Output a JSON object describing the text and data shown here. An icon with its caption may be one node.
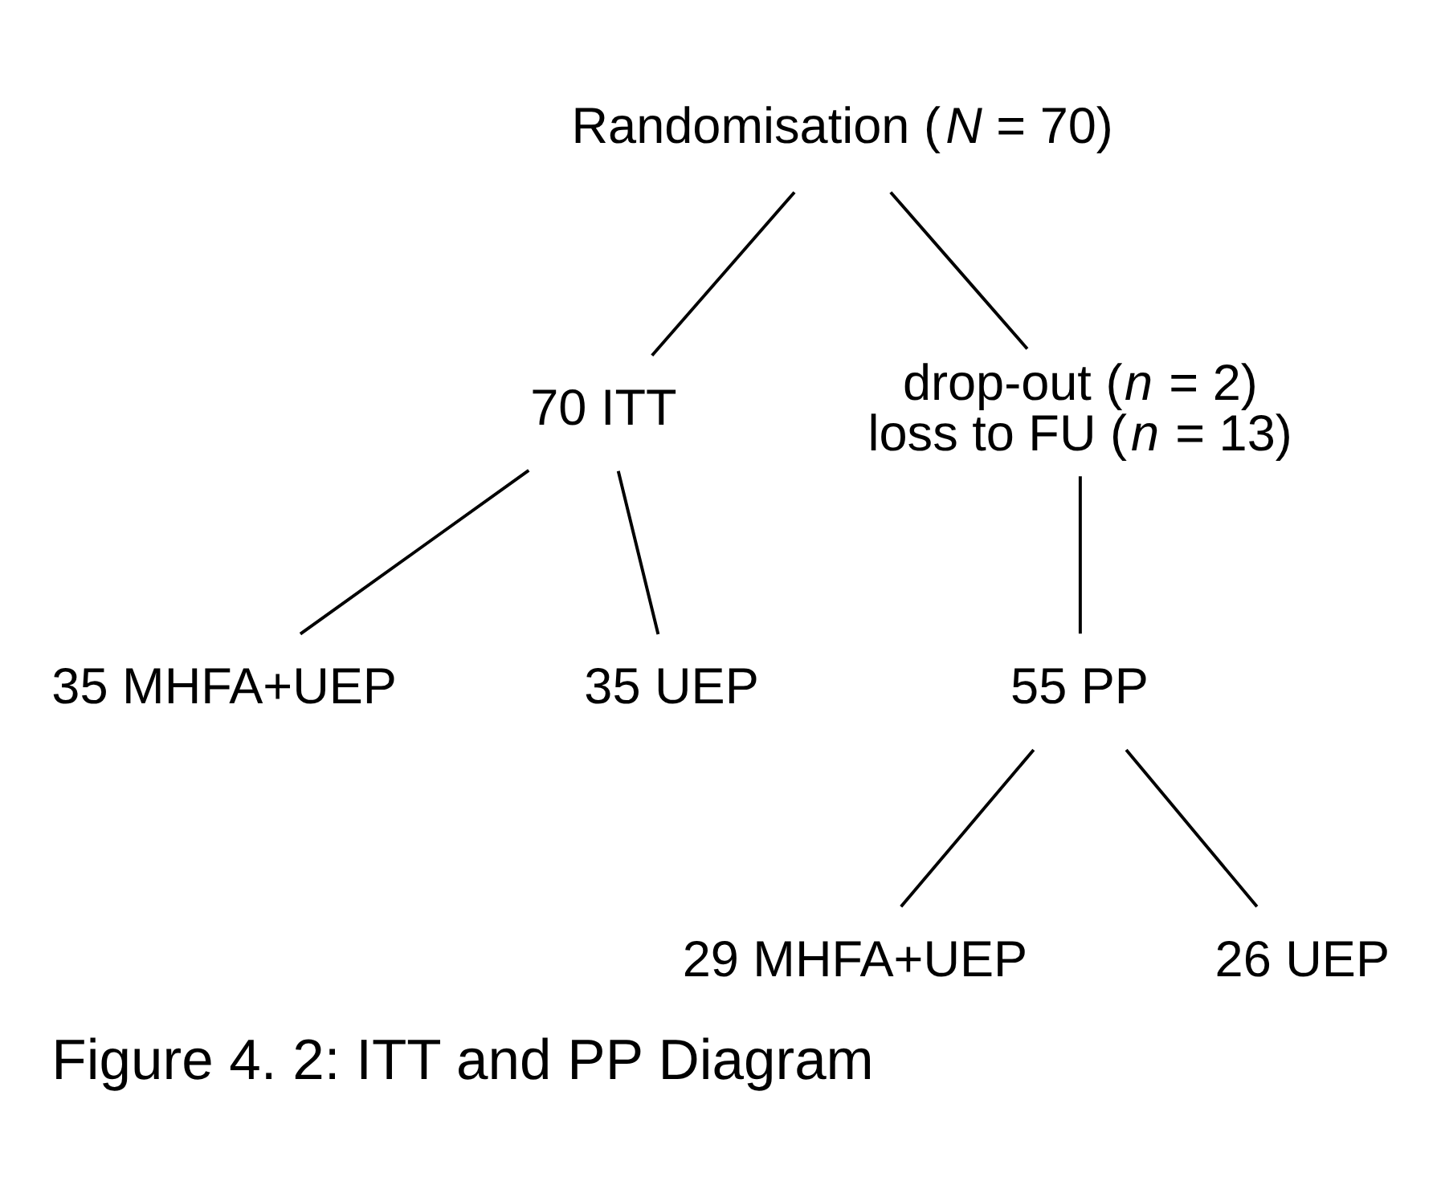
{
  "diagram": {
    "caption": "Figure 4. 2: ITT and PP Diagram",
    "nodes": [
      {
        "text": [
          "Randomisation (*N* = 70)"
        ]
      },
      {
        "text": [
          "70 ITT"
        ]
      },
      {
        "text": [
          "drop-out (*n* = 2)",
          "loss to FU (*n* = 13)"
        ]
      },
      {
        "text": [
          "55 PP"
        ]
      },
      {
        "text": [
          "35 MHFA+UEP"
        ]
      },
      {
        "text": [
          "35 UEP"
        ]
      },
      {
        "text": [
          "29 MHFA+UEP"
        ]
      },
      {
        "text": [
          "26 UEP"
        ]
      }
    ],
    "edges": [
      {
        "from": 0,
        "to": 1,
        "arrow": "none"
      },
      {
        "from": 0,
        "to": 2,
        "arrow": "none"
      },
      {
        "from": 1,
        "to": 4,
        "arrow": "none"
      },
      {
        "from": 1,
        "to": 5,
        "arrow": "none"
      },
      {
        "from": 2,
        "to": 3,
        "arrow": "none"
      },
      {
        "from": 3,
        "to": 6,
        "arrow": "none"
      },
      {
        "from": 3,
        "to": 7,
        "arrow": "none"
      }
    ]
  }
}
